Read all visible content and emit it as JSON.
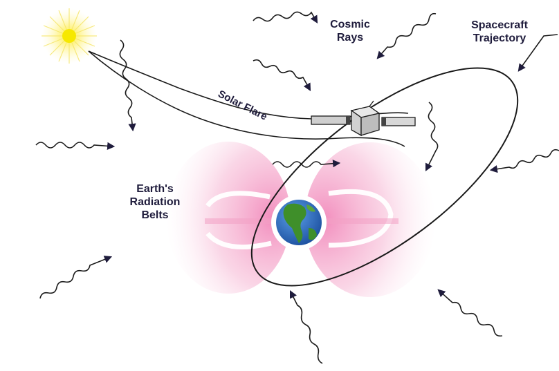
{
  "labels": {
    "cosmic_rays": [
      "Cosmic",
      "Rays"
    ],
    "spacecraft_trajectory": [
      "Spacecraft",
      "Trajectory"
    ],
    "radiation_belts": [
      "Earth's",
      "Radiation",
      "Belts"
    ],
    "solar_flare": "Solar Flare"
  },
  "icons": {
    "sun": "sun-icon",
    "earth": "earth-globe-icon",
    "satellite": "satellite-icon",
    "cosmic_ray": "wavy-arrow-icon"
  },
  "colors": {
    "sun": "#f6e800",
    "earth_ocean": "#2e6fc4",
    "earth_land": "#3f8f2a",
    "radiation_belt": "#f4a0c8",
    "ink": "#1f1c3c"
  }
}
